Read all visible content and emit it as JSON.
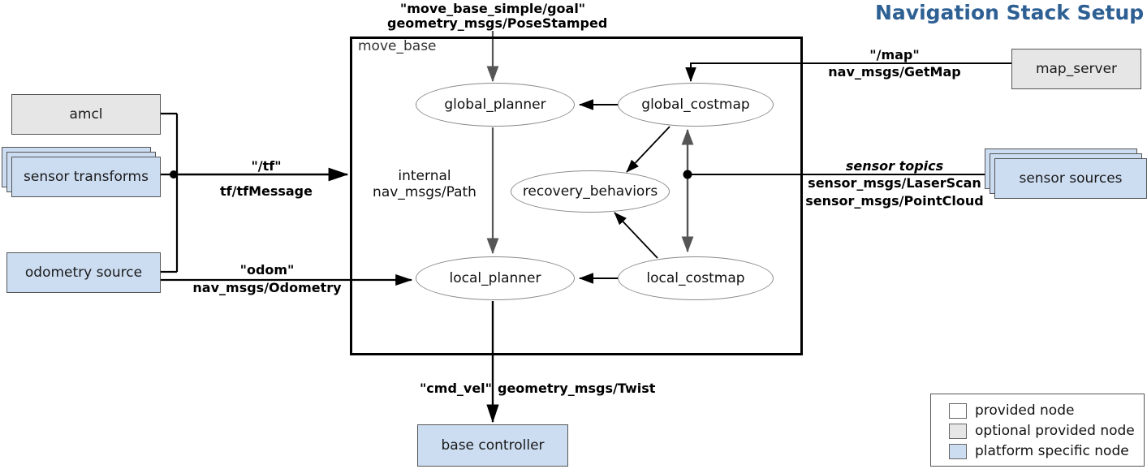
{
  "title": "Navigation Stack Setup",
  "container": {
    "label": "move_base"
  },
  "nodes": {
    "amcl": "amcl",
    "sensor_transforms": "sensor transforms",
    "odometry_source": "odometry source",
    "map_server": "map_server",
    "sensor_sources": "sensor sources",
    "base_controller": "base controller"
  },
  "internal_nodes": {
    "global_planner": "global_planner",
    "global_costmap": "global_costmap",
    "recovery_behaviors": "recovery_behaviors",
    "local_planner": "local_planner",
    "local_costmap": "local_costmap"
  },
  "edges": {
    "goal_topic": "\"move_base_simple/goal\"",
    "goal_type": "geometry_msgs/PoseStamped",
    "map_topic": "\"/map\"",
    "map_type": "nav_msgs/GetMap",
    "tf_topic": "\"/tf\"",
    "tf_type": "tf/tfMessage",
    "odom_topic": "\"odom\"",
    "odom_type": "nav_msgs/Odometry",
    "internal_label": "internal",
    "internal_type": "nav_msgs/Path",
    "sensor_topics_label": "sensor topics",
    "sensor_type_1": "sensor_msgs/LaserScan",
    "sensor_type_2": "sensor_msgs/PointCloud",
    "cmdvel_topic": "\"cmd_vel\"",
    "cmdvel_type": "geometry_msgs/Twist"
  },
  "legend": {
    "items": [
      {
        "label": "provided node",
        "color": "#ffffff"
      },
      {
        "label": "optional provided node",
        "color": "#e6e6e6"
      },
      {
        "label": "platform specific node",
        "color": "#ccddf2"
      }
    ]
  },
  "colors": {
    "title": "#2e6094",
    "optional_node": "#e6e6e6",
    "platform_node": "#ccddf2",
    "provided_node": "#ffffff",
    "wire": "#000000",
    "ellipse_stroke": "#8a8a8a"
  }
}
